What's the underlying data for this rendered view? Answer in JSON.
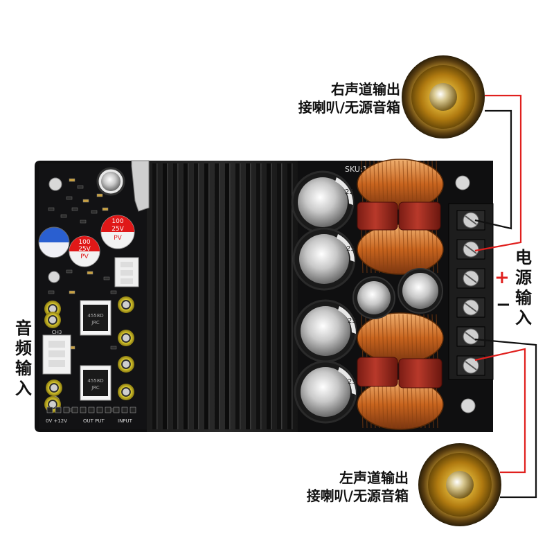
{
  "board": {
    "sku": "SKU:10",
    "cap_small_1": [
      "100",
      "25V",
      "PV"
    ],
    "cap_small_2": [
      "100",
      "25V",
      "PV"
    ],
    "big_cap_mark": "25",
    "opamp_chip": [
      "4558D",
      "JRC"
    ],
    "silk_bottom_left": "0V  +12V",
    "silk_output": "OUT PUT",
    "silk_input": "INPUT",
    "silk_channel": "CH3"
  },
  "labels": {
    "right_out_line1": "右声道输出",
    "right_out_line2": "接喇叭/无源音箱",
    "left_out_line1": "左声道输出",
    "left_out_line2": "接喇叭/无源音箱",
    "power_in": [
      "电",
      "源",
      "输",
      "入"
    ],
    "audio_in": [
      "音",
      "频",
      "输",
      "入"
    ],
    "plus": "+",
    "minus": "−"
  },
  "colors": {
    "wire_red": "#e0201e",
    "wire_black": "#111111",
    "plus_red": "#e0201e"
  }
}
